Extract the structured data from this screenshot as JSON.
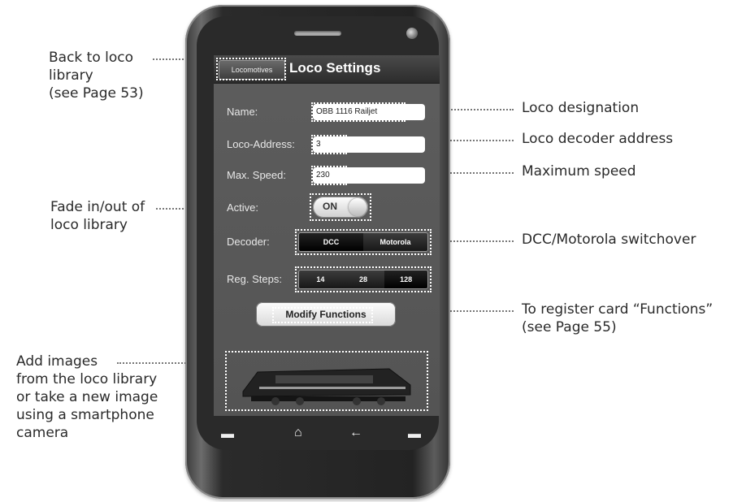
{
  "annotations": {
    "back_to_library": "Back to loco\nlibrary\n(see Page 53)",
    "fade": "Fade in/out of\nloco library",
    "add_images": "Add images\nfrom the loco library\nor take a new image\nusing a smartphone\ncamera",
    "designation": "Loco designation",
    "decoder_address": "Loco decoder address",
    "max_speed": "Maximum speed",
    "dcc_switch": "DCC/Motorola switchover",
    "register_card": "To register card “Functions”\n(see Page 55)"
  },
  "screen": {
    "back_button_label": "Locomotives",
    "title": "Loco Settings",
    "fields": {
      "name_label": "Name:",
      "name_value": "OBB 1116 Railjet",
      "address_label": "Loco-Address:",
      "address_value": "3",
      "speed_label": "Max. Speed:",
      "speed_value": "230",
      "active_label": "Active:",
      "active_value": "ON",
      "decoder_label": "Decoder:",
      "decoder_options": [
        "DCC",
        "Motorola"
      ],
      "decoder_selected": "DCC",
      "steps_label": "Reg. Steps:",
      "steps_options": [
        "14",
        "28",
        "128"
      ]
    },
    "modify_button": "Modify Functions"
  },
  "icons": {
    "nav": [
      "call-icon",
      "home-icon",
      "back-arrow-icon",
      "end-call-icon"
    ]
  },
  "colors": {
    "screen_bg": "#585858",
    "titlebar": "#333333"
  }
}
